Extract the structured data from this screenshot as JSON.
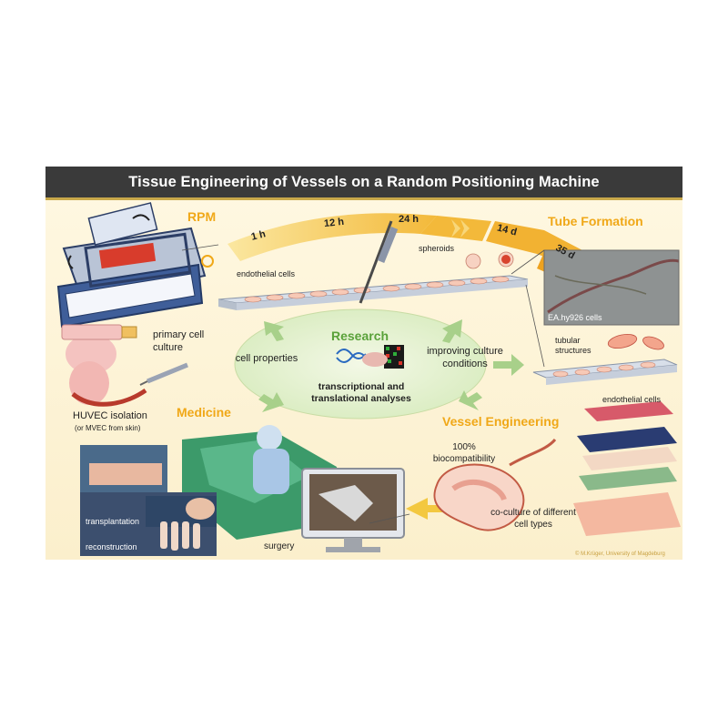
{
  "title": "Tissue Engineering of Vessels on a Random Positioning Machine",
  "sections": {
    "rpm": "RPM",
    "tube_formation": "Tube Formation",
    "research": "Research",
    "medicine": "Medicine",
    "vessel_engineering": "Vessel Engineering"
  },
  "timeline": [
    "1 h",
    "12 h",
    "24 h",
    "14 d",
    "35 d"
  ],
  "labels": {
    "endothelial_cells_top": "endothelial cells",
    "spheroids": "spheroids",
    "cell_line": "EA.hy926 cells",
    "tubular_structures": "tubular structures",
    "endothelial_cells_right": "endothelial cells",
    "primary_culture": "primary cell culture",
    "huvec": "HUVEC isolation",
    "mvec": "(or MVEC from skin)",
    "cell_properties": "cell properties",
    "improving": "improving culture conditions",
    "transcriptional": "transcriptional and translational analyses",
    "biocompatibility": "100% biocompatibility",
    "coculture": "co-culture of different cell types",
    "transplantation": "transplantation",
    "reconstruction": "reconstruction",
    "surgery": "surgery",
    "copyright": "© M.Krüger, University of Magdeburg"
  },
  "colors": {
    "accent_orange": "#f0a818",
    "accent_green": "#5aa23a",
    "title_bar": "#3a3a3a",
    "background": "#fdf5da"
  }
}
